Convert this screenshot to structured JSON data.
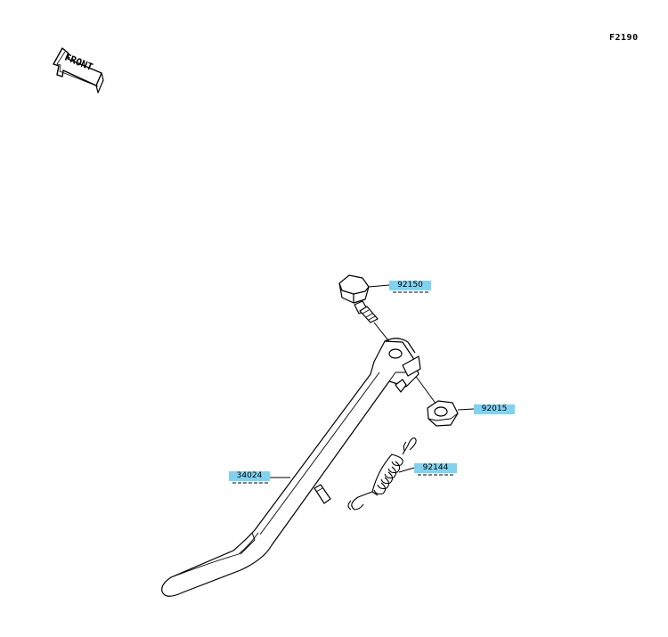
{
  "figure": {
    "code": "F2190",
    "front_arrow_text": "FRONT"
  },
  "colors": {
    "line": "#000000",
    "label_bg": "#7fd3f0",
    "background": "#ffffff"
  },
  "parts": [
    {
      "number": "92150",
      "name": "bolt"
    },
    {
      "number": "92015",
      "name": "nut"
    },
    {
      "number": "92144",
      "name": "spring"
    },
    {
      "number": "34024",
      "name": "side-stand"
    }
  ]
}
